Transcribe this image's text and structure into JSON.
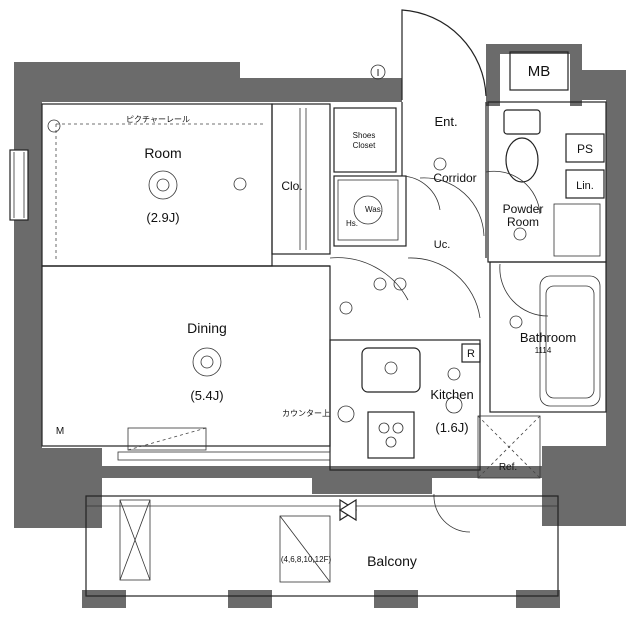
{
  "labels": {
    "mb": "MB",
    "ps": "PS",
    "lin": "Lin.",
    "ent": "Ent.",
    "shoes_closet_1": "Shoes",
    "shoes_closet_2": "Closet",
    "corridor": "Corridor",
    "room": "Room",
    "room_size": "(2.9J)",
    "clo": "Clo.",
    "picture_rail": "ピクチャーレール",
    "was": "Was.",
    "hs": "Hs.",
    "uc": "Uc.",
    "powder_room_1": "Powder",
    "powder_room_2": "Room",
    "bathroom": "Bathroom",
    "bathroom_size": "1114",
    "dining": "Dining",
    "dining_size": "(5.4J)",
    "kitchen": "Kitchen",
    "kitchen_size": "(1.6J)",
    "counter": "カウンター上",
    "ref": "Ref.",
    "r_mark": "R",
    "m_mark": "M",
    "i_mark": "I",
    "floors": "(4,6,8,10,12F)",
    "balcony": "Balcony"
  },
  "colors": {
    "wall": "#6b6b6b",
    "line": "#222222",
    "background": "#ffffff"
  }
}
